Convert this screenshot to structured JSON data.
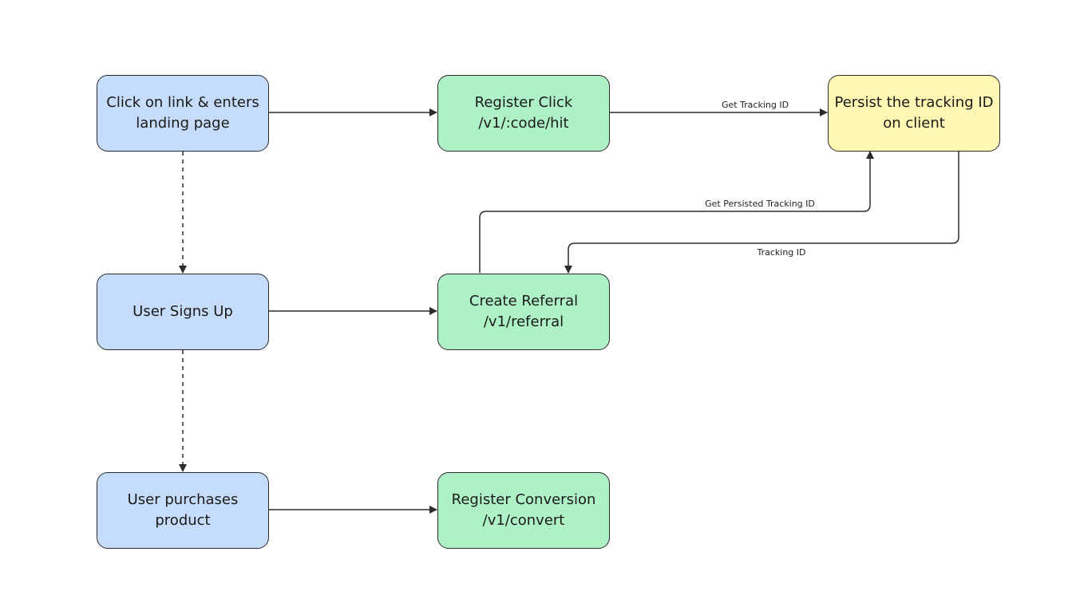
{
  "colors": {
    "user_step_fill": "#c6dcfb",
    "api_step_fill": "#aef1c6",
    "client_step_fill": "#fff8b5",
    "stroke": "#2b2b2b"
  },
  "nodes": {
    "click_link": {
      "line1": "Click on link & enters",
      "line2": "landing page"
    },
    "register_click": {
      "line1": "Register Click",
      "line2": "/v1/:code/hit"
    },
    "persist_tracking": {
      "line1": "Persist the tracking ID",
      "line2": "on client"
    },
    "signs_up": {
      "line1": "User Signs Up"
    },
    "create_referral": {
      "line1": "Create Referral",
      "line2": "/v1/referral"
    },
    "purchases": {
      "line1": "User purchases",
      "line2": "product"
    },
    "register_conversion": {
      "line1": "Register Conversion",
      "line2": "/v1/convert"
    }
  },
  "edge_labels": {
    "get_tracking_id": "Get Tracking ID",
    "get_persisted_tracking_id": "Get Persisted Tracking ID",
    "tracking_id": "Tracking ID"
  }
}
